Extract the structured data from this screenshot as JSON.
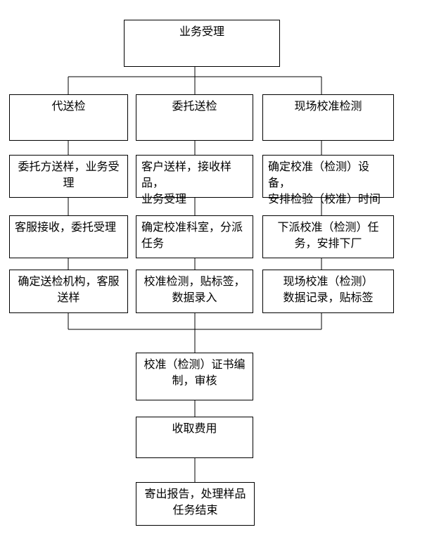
{
  "diagram": {
    "start": {
      "lines": [
        "业务受理"
      ]
    },
    "branches": [
      {
        "header": {
          "lines": [
            "代送检"
          ]
        },
        "steps": [
          {
            "lines": [
              "委托方送样，业务受",
              "理"
            ]
          },
          {
            "lines": [
              "客服接收，委托受理"
            ]
          },
          {
            "lines": [
              "确定送检机构，客服",
              "送样"
            ]
          }
        ]
      },
      {
        "header": {
          "lines": [
            "委托送检"
          ]
        },
        "steps": [
          {
            "lines": [
              "客户送样，接收样品，",
              "业务受理"
            ]
          },
          {
            "lines": [
              "确定校准科室，分派",
              "任务"
            ]
          },
          {
            "lines": [
              "校准检测，贴标签，",
              "数据录入"
            ]
          }
        ]
      },
      {
        "header": {
          "lines": [
            "现场校准检测"
          ]
        },
        "steps": [
          {
            "lines": [
              "确定校准（检测）设备，",
              "安排检验（校准）时间"
            ]
          },
          {
            "lines": [
              "下派校准（检测）任",
              "务，安排下厂"
            ]
          },
          {
            "lines": [
              "现场校准（检测）",
              "数据记录，贴标签"
            ]
          }
        ]
      }
    ],
    "tail": [
      {
        "lines": [
          "校准（检测）证书编",
          "制，审核"
        ]
      },
      {
        "lines": [
          "收取费用"
        ]
      },
      {
        "lines": [
          "寄出报告，处理样品",
          "任务结束"
        ]
      }
    ],
    "colors": {
      "line": "#000000",
      "box_border": "#000000",
      "background": "#ffffff",
      "text": "#000000"
    }
  }
}
